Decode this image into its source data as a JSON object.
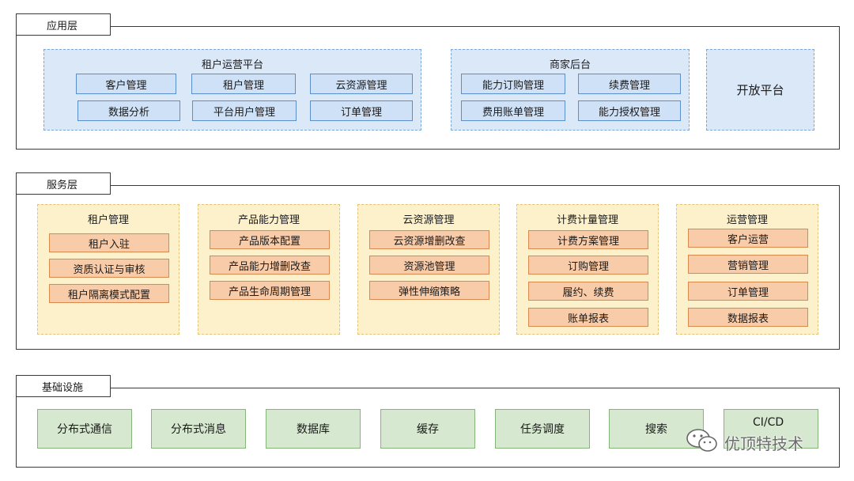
{
  "layers": {
    "application": {
      "title": "应用层",
      "tenant_ops": {
        "title": "租户运营平台",
        "items": [
          "客户管理",
          "租户管理",
          "云资源管理",
          "数据分析",
          "平台用户管理",
          "订单管理"
        ]
      },
      "merchant": {
        "title": "商家后台",
        "items": [
          "能力订购管理",
          "续费管理",
          "费用账单管理",
          "能力授权管理"
        ]
      },
      "open_platform": {
        "title": "开放平台"
      }
    },
    "service": {
      "title": "服务层",
      "groups": [
        {
          "title": "租户管理",
          "items": [
            "租户入驻",
            "资质认证与审核",
            "租户隔离模式配置"
          ]
        },
        {
          "title": "产品能力管理",
          "items": [
            "产品版本配置",
            "产品能力增删改查",
            "产品生命周期管理"
          ]
        },
        {
          "title": "云资源管理",
          "items": [
            "云资源增删改查",
            "资源池管理",
            "弹性伸缩策略"
          ]
        },
        {
          "title": "计费计量管理",
          "items": [
            "计费方案管理",
            "订购管理",
            "履约、续费",
            "账单报表"
          ]
        },
        {
          "title": "运营管理",
          "items": [
            "客户运营",
            "营销管理",
            "订单管理",
            "数据报表"
          ]
        }
      ]
    },
    "infrastructure": {
      "title": "基础设施",
      "items": [
        "分布式通信",
        "分布式消息",
        "数据库",
        "缓存",
        "任务调度",
        "搜索",
        "CI/CD"
      ]
    }
  },
  "watermark": {
    "text": "优顶特技术",
    "icon": "wechat-icon"
  },
  "colors": {
    "blue_group": "#dbe8f8",
    "blue_item": "#cfe1f6",
    "orange_group": "#fdf1cc",
    "orange_item": "#f8cba9",
    "green_item": "#d6e8cf"
  }
}
